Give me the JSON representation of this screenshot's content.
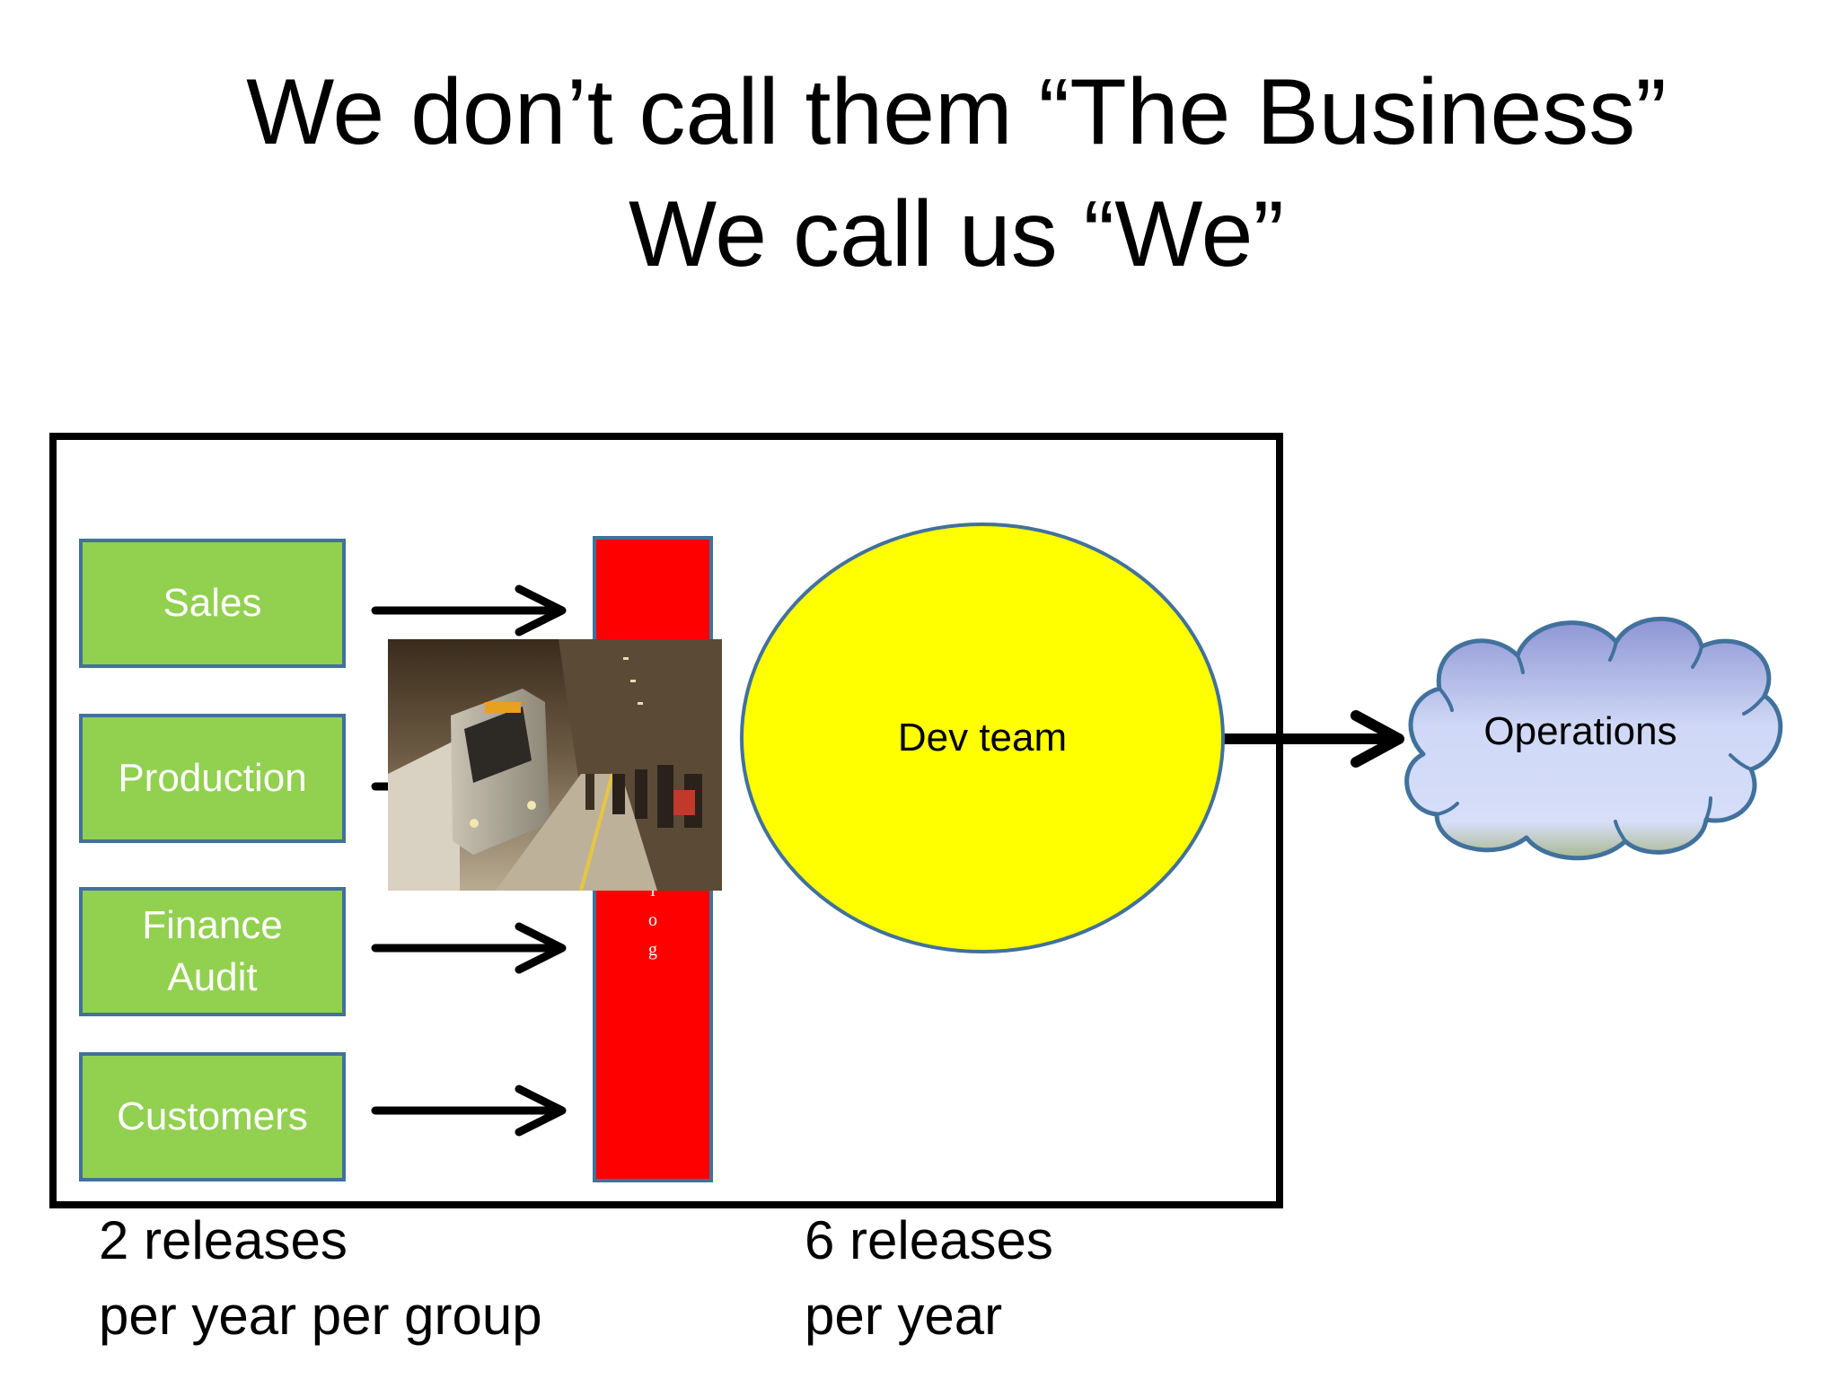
{
  "title": {
    "line1": "We don’t call them “The Business”",
    "line2": "We call us “We”"
  },
  "groups": [
    {
      "label": "Sales"
    },
    {
      "label": "Production"
    },
    {
      "label": "Finance\nAudit"
    },
    {
      "label": "Customers"
    }
  ],
  "backlog": {
    "visible_letters": [
      "l",
      "o",
      "g"
    ],
    "color": "#ff0000"
  },
  "dev_team": {
    "label": "Dev team",
    "color": "#ffff00"
  },
  "operations": {
    "label": "Operations"
  },
  "captions": {
    "left_line1": "2 releases",
    "left_line2": "per year per group",
    "right_line1": "6 releases",
    "right_line2": "per year"
  },
  "colors": {
    "group_fill": "#92d050",
    "outline": "#41719c",
    "cloud_top": "#8e95d4",
    "cloud_bottom": "#cfd8f6"
  }
}
